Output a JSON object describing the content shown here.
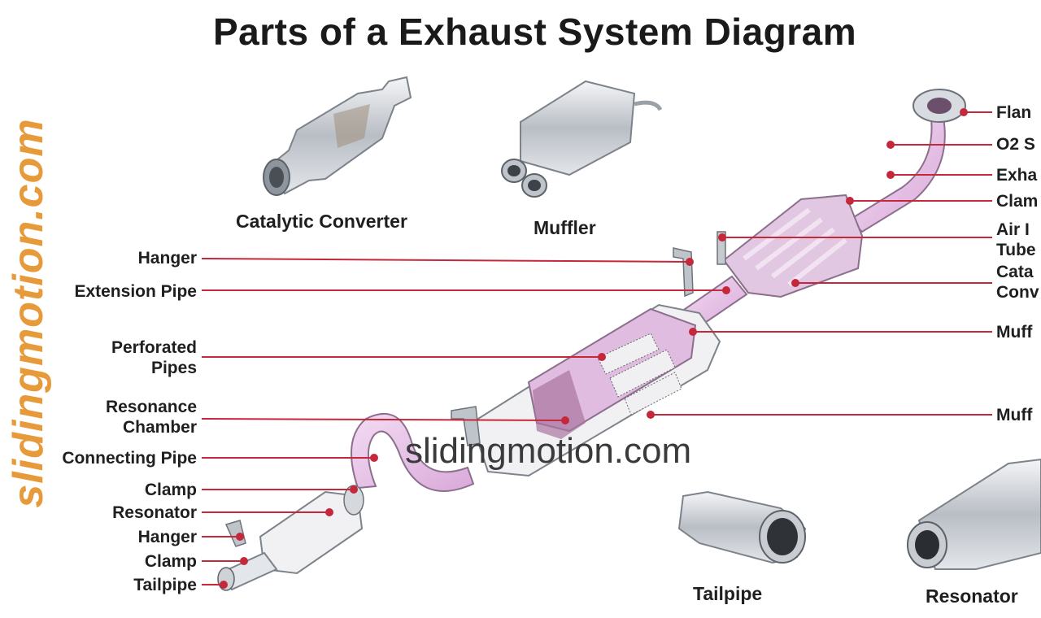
{
  "title": "Parts of a Exhaust System Diagram",
  "watermark_side": "slidingmotion.com",
  "watermark_center": "slidingmotion.com",
  "left_labels": [
    {
      "line1": "Hanger",
      "line2": ""
    },
    {
      "line1": "Extension Pipe",
      "line2": ""
    },
    {
      "line1": "Perforated",
      "line2": "Pipes"
    },
    {
      "line1": "Resonance",
      "line2": "Chamber"
    },
    {
      "line1": "Connecting Pipe",
      "line2": ""
    },
    {
      "line1": "Clamp",
      "line2": ""
    },
    {
      "line1": "Resonator",
      "line2": ""
    },
    {
      "line1": "Hanger",
      "line2": ""
    },
    {
      "line1": "Clamp",
      "line2": ""
    },
    {
      "line1": "Tailpipe",
      "line2": ""
    }
  ],
  "right_labels": [
    {
      "line1": "Flan",
      "line2": ""
    },
    {
      "line1": "O2 S",
      "line2": ""
    },
    {
      "line1": "Exha",
      "line2": ""
    },
    {
      "line1": "Clam",
      "line2": ""
    },
    {
      "line1": "Air I",
      "line2": "Tube"
    },
    {
      "line1": "Cata",
      "line2": "Conv"
    },
    {
      "line1": "Muff",
      "line2": ""
    },
    {
      "line1": "Muff",
      "line2": ""
    }
  ],
  "captions": {
    "catalytic": "Catalytic Converter",
    "muffler": "Muffler",
    "tailpipe": "Tailpipe",
    "resonator": "Resonator"
  },
  "colors": {
    "leader": "#c4283a",
    "pipe": "#e6c3e6",
    "metal": "#cfd3d8",
    "accent": "#e79a3a"
  }
}
